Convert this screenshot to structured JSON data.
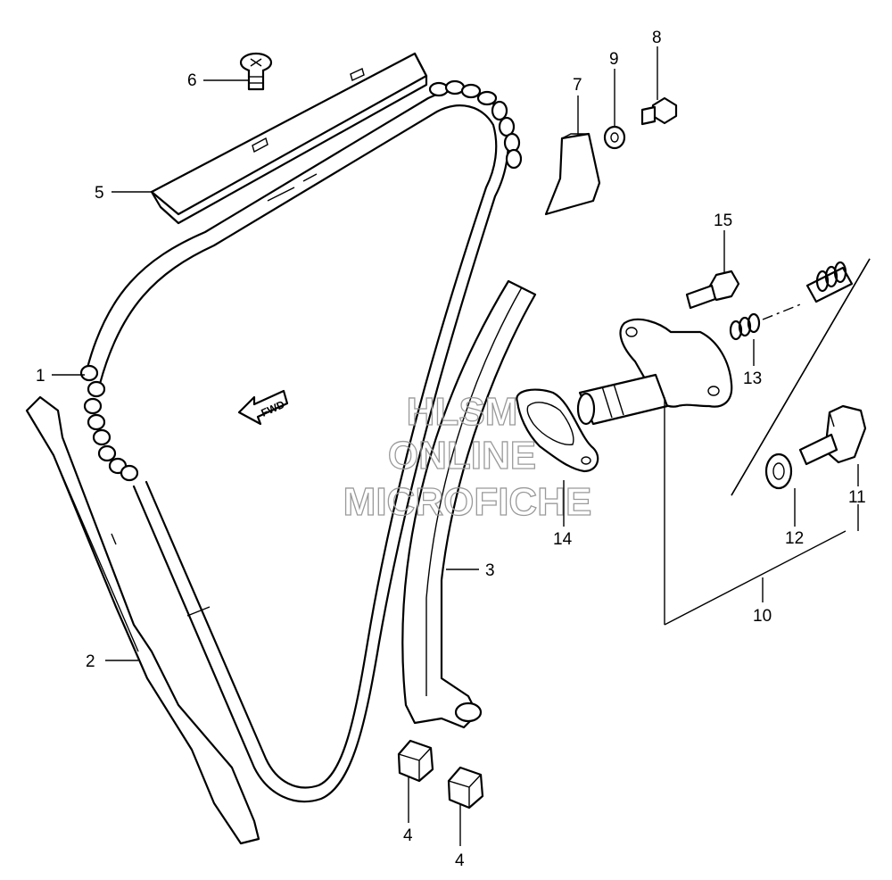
{
  "watermark": {
    "line1": "HLSM",
    "line2": "ONLINE",
    "line3": "MICROFICHE",
    "color": "#9a9a9a"
  },
  "direction_marker": {
    "label": "FWD"
  },
  "callouts": {
    "c1": "1",
    "c2": "2",
    "c3": "3",
    "c4a": "4",
    "c4b": "4",
    "c5": "5",
    "c6": "6",
    "c7": "7",
    "c8": "8",
    "c9": "9",
    "c10": "10",
    "c11": "11",
    "c12": "12",
    "c13": "13",
    "c14": "14",
    "c15": "15"
  },
  "parts": [
    {
      "ref": "1",
      "icon": "cam-chain-icon"
    },
    {
      "ref": "2",
      "icon": "chain-guide-rear-icon"
    },
    {
      "ref": "3",
      "icon": "chain-tensioner-blade-icon"
    },
    {
      "ref": "4",
      "icon": "cushion-block-icon"
    },
    {
      "ref": "5",
      "icon": "chain-guide-top-icon"
    },
    {
      "ref": "6",
      "icon": "screw-icon"
    },
    {
      "ref": "7",
      "icon": "guide-cushion-icon"
    },
    {
      "ref": "8",
      "icon": "bolt-icon"
    },
    {
      "ref": "9",
      "icon": "washer-icon"
    },
    {
      "ref": "10",
      "icon": "tensioner-assembly-icon"
    },
    {
      "ref": "11",
      "icon": "plug-bolt-icon"
    },
    {
      "ref": "12",
      "icon": "gasket-washer-icon"
    },
    {
      "ref": "13",
      "icon": "spring-icon"
    },
    {
      "ref": "14",
      "icon": "tensioner-gasket-icon"
    },
    {
      "ref": "15",
      "icon": "bolt-icon"
    }
  ]
}
